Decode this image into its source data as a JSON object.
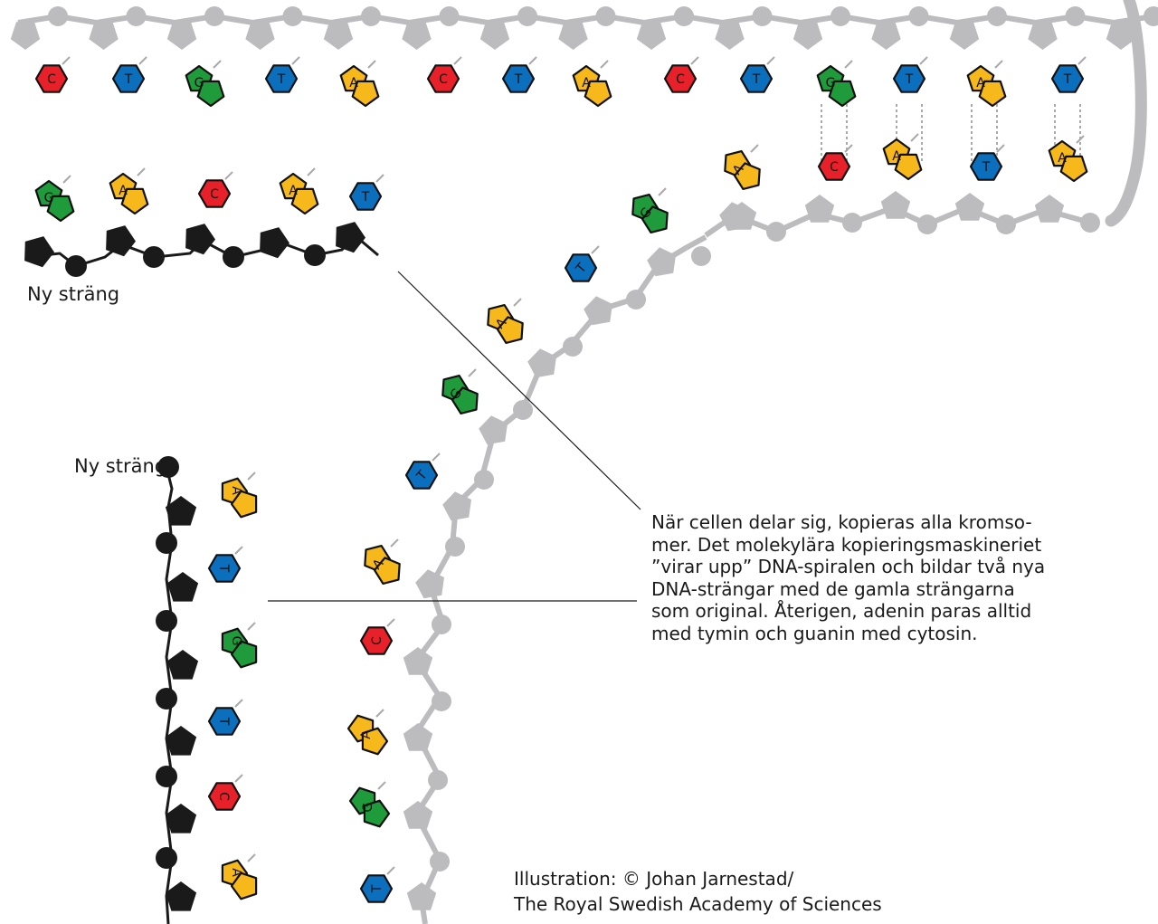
{
  "labels": {
    "new_strand_top": "Ny sträng",
    "new_strand_left": "Ny sträng"
  },
  "caption": {
    "lines": [
      "När cellen delar sig, kopieras alla kromso-",
      "mer. Det molekylära kopieringsmaskineriet",
      "”virar upp” DNA-spiralen och bildar två nya",
      "DNA-strängar med de gamla strängarna",
      "som original. Återigen, adenin paras alltid",
      "med tymin och guanin med cytosin."
    ]
  },
  "credit": {
    "line1": "Illustration: © Johan Jarnestad/",
    "line2": "The Royal Swedish Academy of Sciences"
  },
  "colors": {
    "old_strand": "#bcbcbe",
    "new_strand": "#1a1a1a",
    "C": "#e8202a",
    "T": "#0b6fbe",
    "G": "#1f9b3c",
    "A": "#f6b81a",
    "pair_dots": "#a9a9ab"
  },
  "diagram": {
    "top_strand_bases": [
      "C",
      "T",
      "G",
      "T",
      "A",
      "C",
      "T",
      "A",
      "C",
      "T",
      "G",
      "T",
      "A",
      "T"
    ],
    "top_pairs": [
      {
        "upper": "G",
        "lower": "C"
      },
      {
        "upper": "T",
        "lower": "A"
      },
      {
        "upper": "A",
        "lower": "T"
      },
      {
        "upper": "T",
        "lower": "A"
      }
    ],
    "diagonal_bases": [
      "A",
      "G",
      "T",
      "A",
      "G",
      "T",
      "A"
    ],
    "new_strand_top_bases": [
      "G",
      "A",
      "C",
      "A",
      "T"
    ],
    "new_strand_left_bases": [
      "A",
      "T",
      "G",
      "T",
      "C",
      "A"
    ],
    "vertical_template_bases": [
      "C",
      "A",
      "G",
      "T"
    ]
  }
}
